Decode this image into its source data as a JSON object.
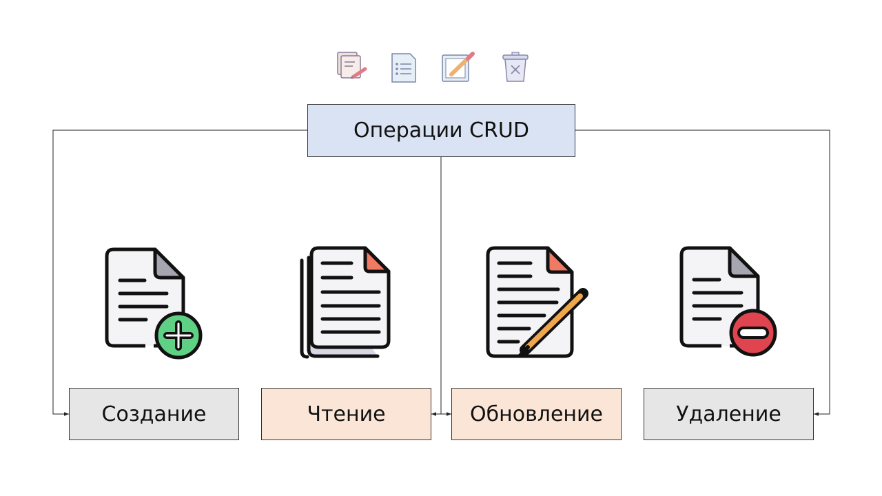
{
  "root": {
    "label": "Операции CRUD",
    "fill": "#dae3f3"
  },
  "operations": [
    {
      "key": "create",
      "label": "Создание",
      "fill": "#e7e6e6",
      "icon": "file-add-icon"
    },
    {
      "key": "read",
      "label": "Чтение",
      "fill": "#fbe5d6",
      "icon": "file-stack-icon"
    },
    {
      "key": "update",
      "label": "Обновление",
      "fill": "#fbe5d6",
      "icon": "file-edit-icon"
    },
    {
      "key": "delete",
      "label": "Удаление",
      "fill": "#e7e6e6",
      "icon": "file-remove-icon"
    }
  ],
  "top_icons": [
    "copy-edit-icon",
    "checklist-icon",
    "notepad-pencil-icon",
    "trash-icon"
  ],
  "colors": {
    "add_green": "#5fd184",
    "remove_red": "#e0454f",
    "corner_salmon": "#f07a63",
    "pencil_orange": "#f0a64a",
    "corner_gray": "#a6a6b0"
  }
}
